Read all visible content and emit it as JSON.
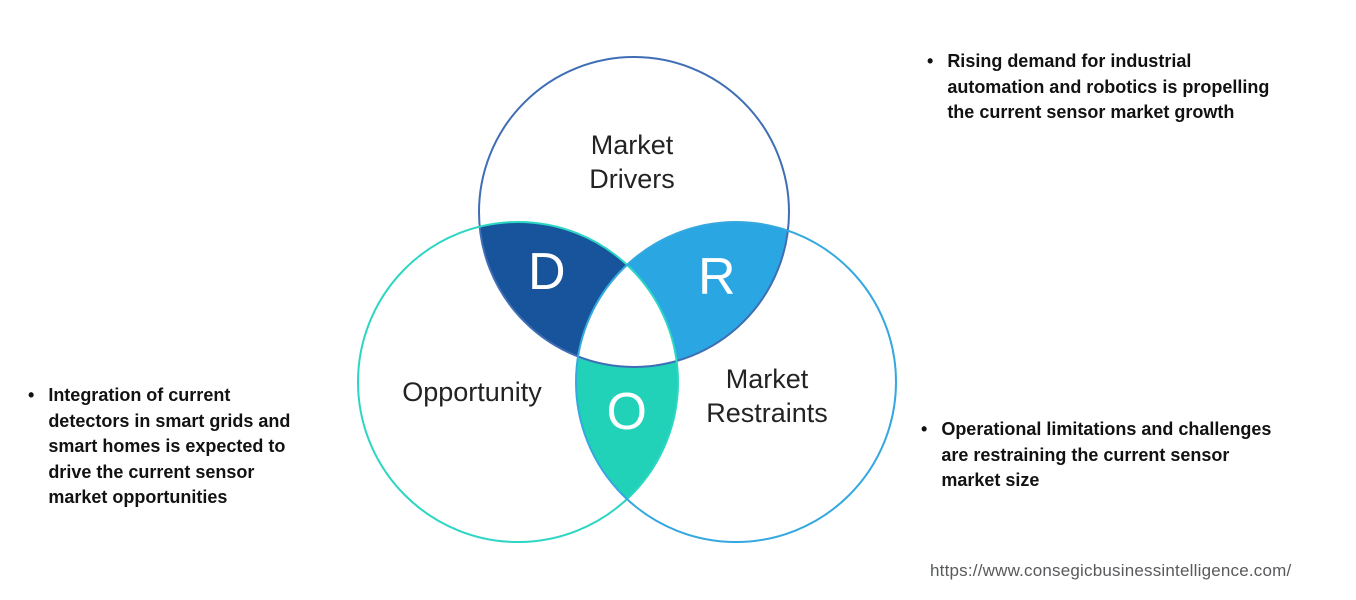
{
  "venn": {
    "circles": [
      {
        "label": "Market\nDrivers",
        "stroke": "#3f6eb5"
      },
      {
        "label": "Opportunity",
        "stroke": "#2dd6c3"
      },
      {
        "label": "Market\nRestraints",
        "stroke": "#35a8e0"
      }
    ],
    "regions": [
      {
        "letter": "D",
        "fill": "#17549c"
      },
      {
        "letter": "R",
        "fill": "#2aa6e3"
      },
      {
        "letter": "O",
        "fill": "#21d2b8"
      }
    ]
  },
  "bullets": {
    "right_top": {
      "marker": "•",
      "text": "Rising demand for industrial\nautomation and robotics is propelling\nthe current sensor market growth"
    },
    "left": {
      "marker": "•",
      "text": "Integration of current\ndetectors in smart grids and\nsmart homes is expected to\ndrive the current sensor\nmarket opportunities"
    },
    "right_bottom": {
      "marker": "•",
      "text": "Operational limitations and challenges\nare restraining the current sensor\nmarket size"
    }
  },
  "footer": {
    "source_url": "https://www.consegicbusinessintelligence.com/"
  }
}
